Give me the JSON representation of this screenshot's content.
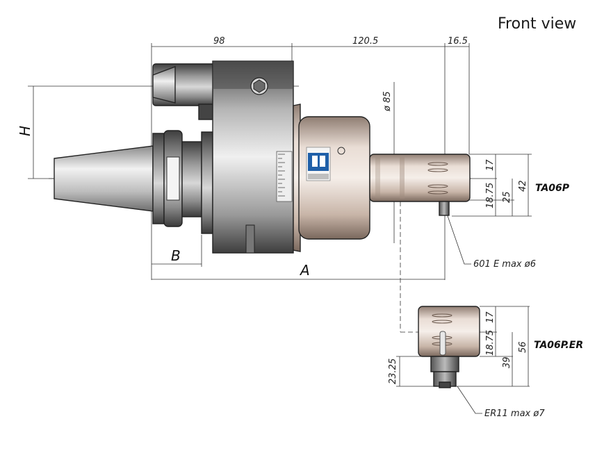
{
  "title": "Front view",
  "dimensions": {
    "d98": "98",
    "d120_5": "120.5",
    "d16_5": "16.5",
    "dia85": "ø 85",
    "H": "H",
    "B": "B",
    "A": "A",
    "p17": "17",
    "p18_75": "18.75",
    "p25": "25",
    "p42": "42",
    "e17": "17",
    "e18_75": "18.75",
    "e39": "39",
    "e56": "56",
    "e23_25": "23.25"
  },
  "labels": {
    "ta06p": "TA06P",
    "ta06p_er": "TA06P.ER",
    "note_601": "601 E max ø6",
    "note_er11": "ER11 max ø7"
  },
  "colors": {
    "body_dark": "#5b5b5b",
    "body_light": "#cfcfcf",
    "bronze": "#d9c8bd",
    "logo_blue": "#1f5fa8"
  }
}
